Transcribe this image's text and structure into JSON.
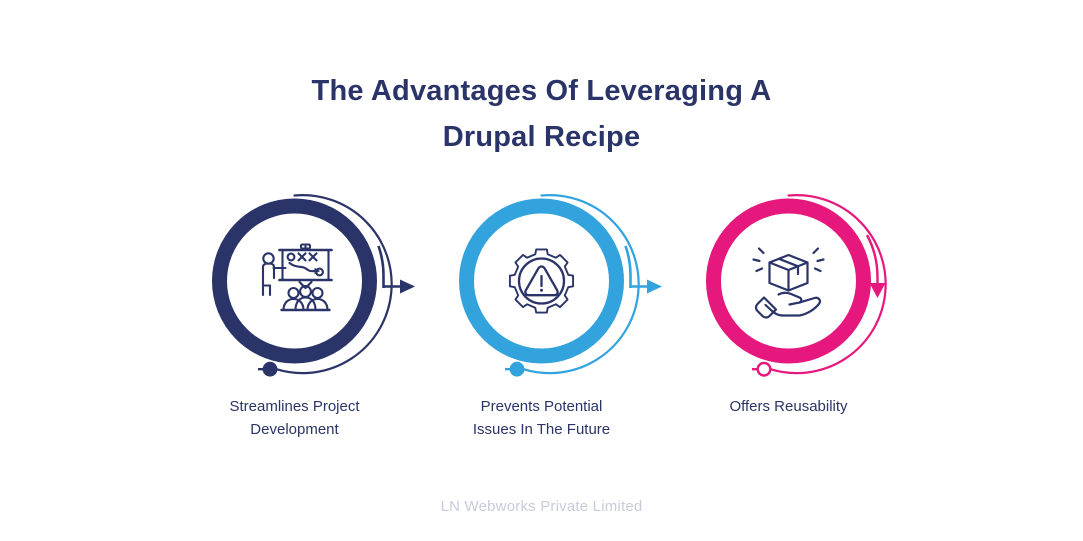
{
  "title": {
    "line1": "The Advantages Of Leveraging A",
    "line2": "Drupal Recipe",
    "color": "#2b3468"
  },
  "cards": [
    {
      "id": "streamlines-project-development",
      "label_line1": "Streamlines Project",
      "label_line2": "Development",
      "color": "#2b3468",
      "icon": "presentation-training-icon",
      "arrow": "arrow-right-icon",
      "marker": "filled-dot-marker"
    },
    {
      "id": "prevents-potential-issues",
      "label_line1": "Prevents Potential",
      "label_line2": "Issues In The Future",
      "color": "#32a3dd",
      "icon": "gear-warning-icon",
      "arrow": "arrow-right-icon",
      "marker": "filled-dot-marker"
    },
    {
      "id": "offers-reusability",
      "label_line1": "Offers Reusability",
      "label_line2": "",
      "color": "#e6177d",
      "icon": "hand-holding-box-icon",
      "arrow": "arrow-down-icon",
      "marker": "hollow-dot-marker"
    }
  ],
  "footer": {
    "text": "LN Webworks Private Limited",
    "color": "#c9cbdd"
  },
  "palette": {
    "navy": "#2b3468",
    "blue": "#32a3dd",
    "pink": "#e6177d",
    "icon_stroke": "#2b3468",
    "background": "#ffffff"
  }
}
